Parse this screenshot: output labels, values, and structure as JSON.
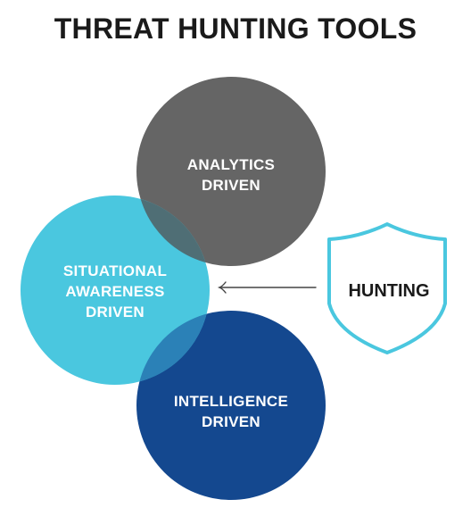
{
  "title": "THREAT HUNTING TOOLS",
  "circles": {
    "analytics": {
      "line1": "ANALYTICS",
      "line2": "DRIVEN",
      "color": "#656565"
    },
    "situational": {
      "line1": "SITUATIONAL",
      "line2": "AWARENESS",
      "line3": "DRIVEN",
      "color": "#4ac7df"
    },
    "intelligence": {
      "line1": "INTELLIGENCE",
      "line2": "DRIVEN",
      "color": "#14488f"
    }
  },
  "overlap_colors": {
    "top": "#4f6e75",
    "bottom": "#2b81b7"
  },
  "shield": {
    "label": "HUNTING",
    "stroke_color": "#4ac7df",
    "text_color": "#1a1a1a"
  },
  "arrow_color": "#444444"
}
